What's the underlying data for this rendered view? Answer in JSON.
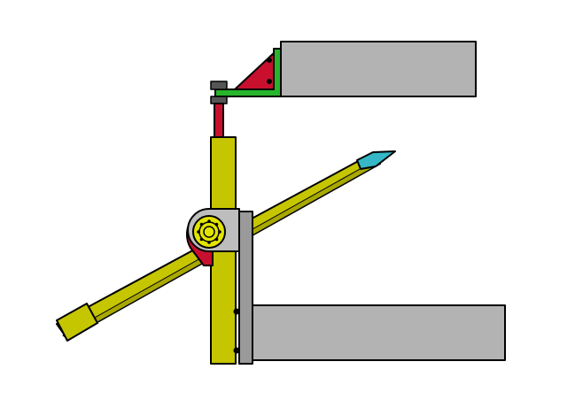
{
  "colors": {
    "background": "#ffffff",
    "outline": "#000000",
    "beam_gray": "#b3b3b3",
    "plate_gray": "#9a9a9a",
    "olive": "#c6c600",
    "olive_dark": "#a8a800",
    "bracket_green": "#27b52b",
    "gusset_red": "#c8102e",
    "rod_red": "#c8102e",
    "tip_cyan": "#35b7c7",
    "pivot_gray": "#bdbdbd",
    "pin_yellow": "#e3e300"
  },
  "components": [
    "upper-beam",
    "lower-beam",
    "mounting-bracket",
    "gusset",
    "tie-rod",
    "vertical-post",
    "clamp-plate",
    "pivot-hub",
    "inclined-arm",
    "arm-tip"
  ]
}
